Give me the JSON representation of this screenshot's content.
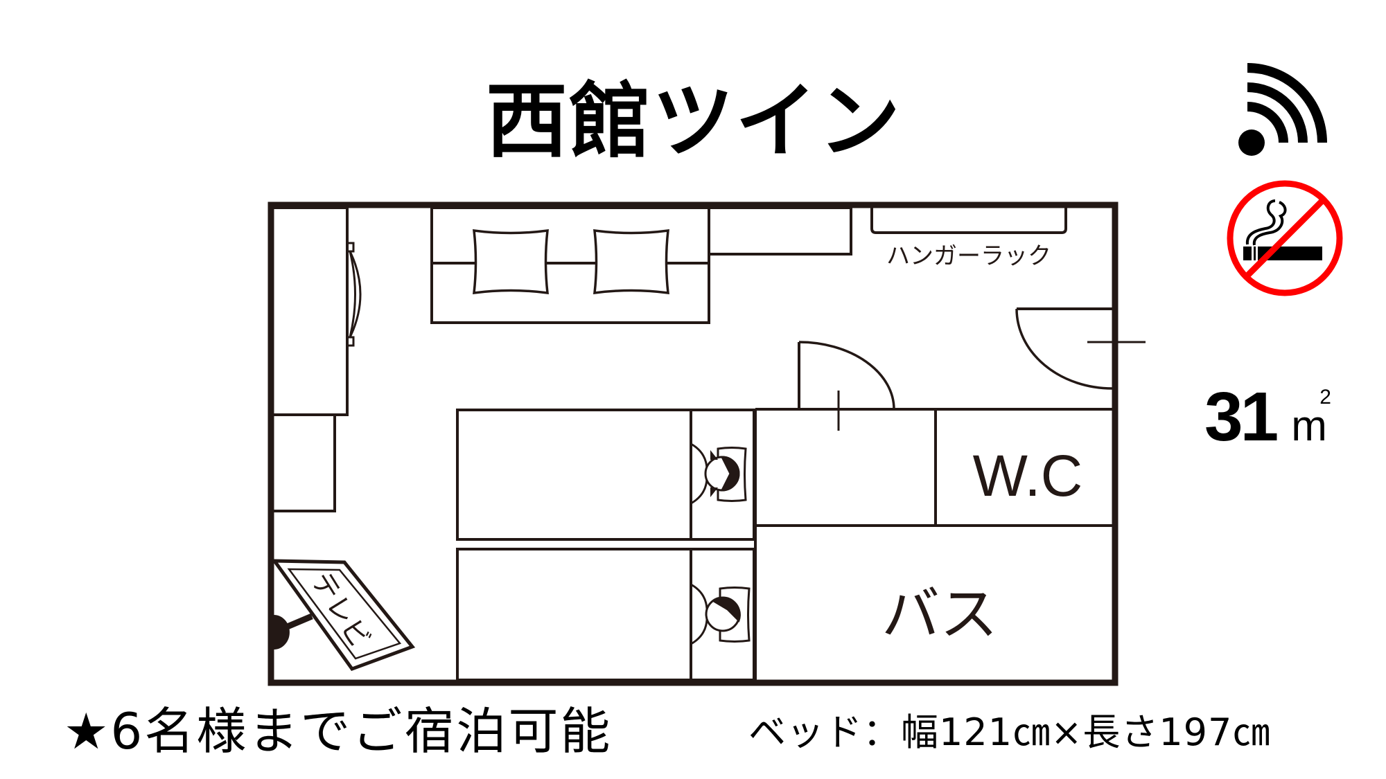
{
  "title": "西館ツイン",
  "floor_plan": {
    "labels": {
      "hanger_rack": "ハンガーラック",
      "wc": "W.C",
      "bath": "バス",
      "tv": "テレビ"
    },
    "colors": {
      "wall": "#231815",
      "background": "#ffffff",
      "no_smoking_red": "#ff0000"
    }
  },
  "icons": {
    "wifi": "wifi-icon",
    "no_smoking": "no-smoking-icon"
  },
  "area": {
    "value": "31",
    "unit": "m",
    "unit_sup": "2"
  },
  "footer": {
    "capacity": "★6名様までご宿泊可能",
    "bed_size": "ベッド：幅121㎝×長さ197㎝"
  }
}
